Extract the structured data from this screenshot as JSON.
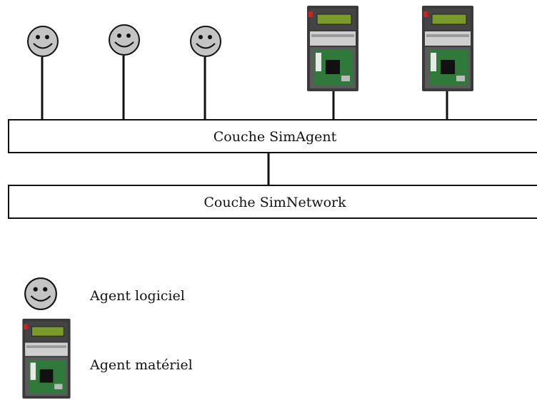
{
  "layers": {
    "agent_layer": "Couche SimAgent",
    "network_layer": "Couche SimNetwork"
  },
  "legend": {
    "software_agent": "Agent logiciel",
    "hardware_agent": "Agent matériel"
  },
  "icons": {
    "software_agent": "smiley-face-icon",
    "hardware_agent": "microcontroller-board-icon"
  },
  "colors": {
    "line": "#111111",
    "face_fill": "#c4c4c4",
    "board_body": "#2b2b2b",
    "lcd": "#7a9a2a",
    "pcb": "#2f7a3a",
    "led": "#d02020"
  }
}
